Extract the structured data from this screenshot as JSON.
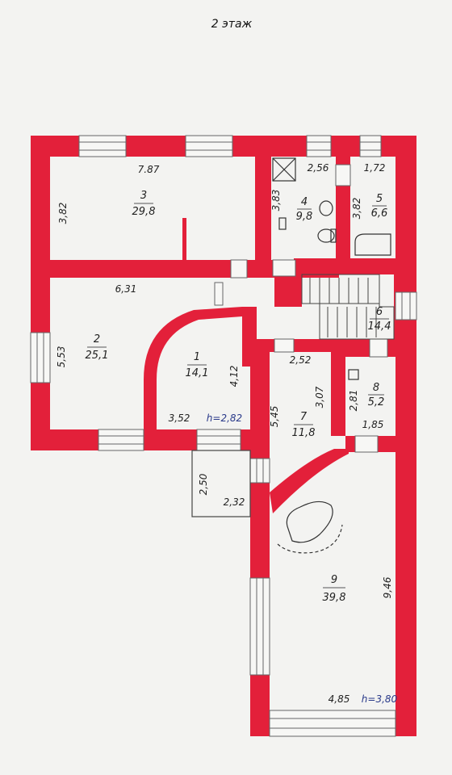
{
  "floor_title": "2 этаж",
  "colors": {
    "wall": "#e3203a",
    "background": "#f3f3f1",
    "line": "#333333",
    "text": "#222222",
    "height_text": "#2a3a8a"
  },
  "rooms": [
    {
      "number": "1",
      "area": "14,1"
    },
    {
      "number": "2",
      "area": "25,1"
    },
    {
      "number": "3",
      "area": "29,8"
    },
    {
      "number": "4",
      "area": "9,8"
    },
    {
      "number": "5",
      "area": "6,6"
    },
    {
      "number": "6",
      "area": "14,4"
    },
    {
      "number": "7",
      "area": "11,8"
    },
    {
      "number": "8",
      "area": "5,2"
    },
    {
      "number": "9",
      "area": "39,8"
    }
  ],
  "dimensions": {
    "r3_width": "7.87",
    "r3_height": "3,82",
    "r4_width": "2,56",
    "r4_height": "3,83",
    "r5_width": "1,72",
    "r5_height": "3,82",
    "r2_width": "6,31",
    "r2_height": "5,53",
    "r1_width": "3,52",
    "r1_height": "4,12",
    "r7_width": "2,52",
    "r7_height_left": "5,45",
    "r7_height_right": "3,07",
    "r8_width": "1,85",
    "r8_height": "2,81",
    "balcony_width": "2,32",
    "balcony_height": "2,50",
    "r9_width": "4,85",
    "r9_height": "9,46"
  },
  "heights": {
    "left": "h=2,82",
    "right": "h=3,80"
  }
}
